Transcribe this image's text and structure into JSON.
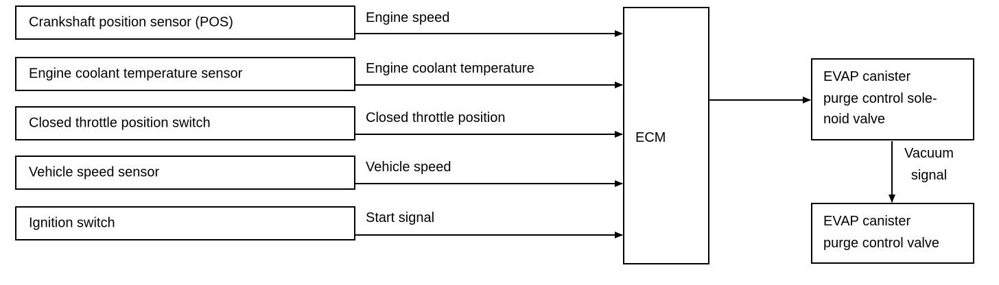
{
  "sensors": [
    {
      "label": "Crankshaft position sensor (POS)",
      "signal": "Engine speed"
    },
    {
      "label": "Engine coolant temperature sensor",
      "signal": "Engine coolant temperature"
    },
    {
      "label": "Closed throttle position switch",
      "signal": "Closed throttle position"
    },
    {
      "label": "Vehicle speed sensor",
      "signal": "Vehicle speed"
    },
    {
      "label": "Ignition switch",
      "signal": "Start signal"
    }
  ],
  "ecm": {
    "label": "ECM"
  },
  "solenoid": {
    "line1": "EVAP canister",
    "line2": "purge control sole-",
    "line3": "noid valve"
  },
  "vacuum": {
    "line1": "Vacuum",
    "line2": "signal"
  },
  "valve": {
    "line1": "EVAP canister",
    "line2": "purge control valve"
  }
}
